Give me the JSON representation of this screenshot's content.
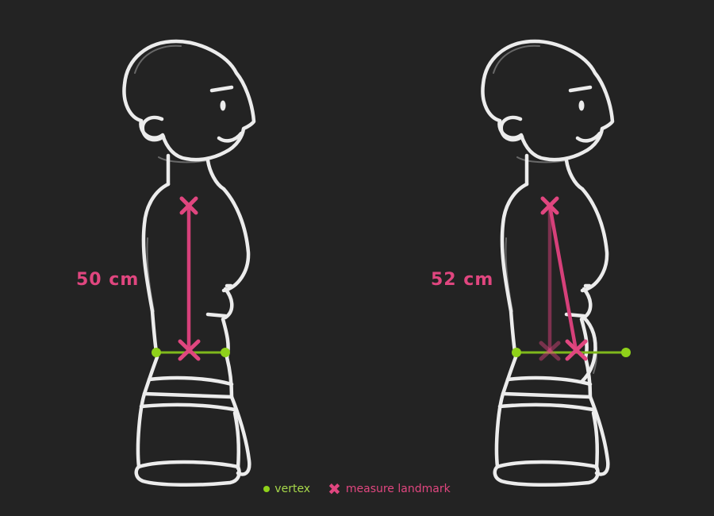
{
  "figures": [
    {
      "label": "50 cm"
    },
    {
      "label": "52 cm"
    }
  ],
  "legend": {
    "vertex": "vertex",
    "landmark": "measure landmark"
  },
  "colors": {
    "background": "#232323",
    "outline": "#ececec",
    "measure": "#e0467f",
    "vertex": "#8fd11a"
  },
  "icons": {
    "vertex": "green-dot-icon",
    "landmark": "pink-cross-icon"
  }
}
